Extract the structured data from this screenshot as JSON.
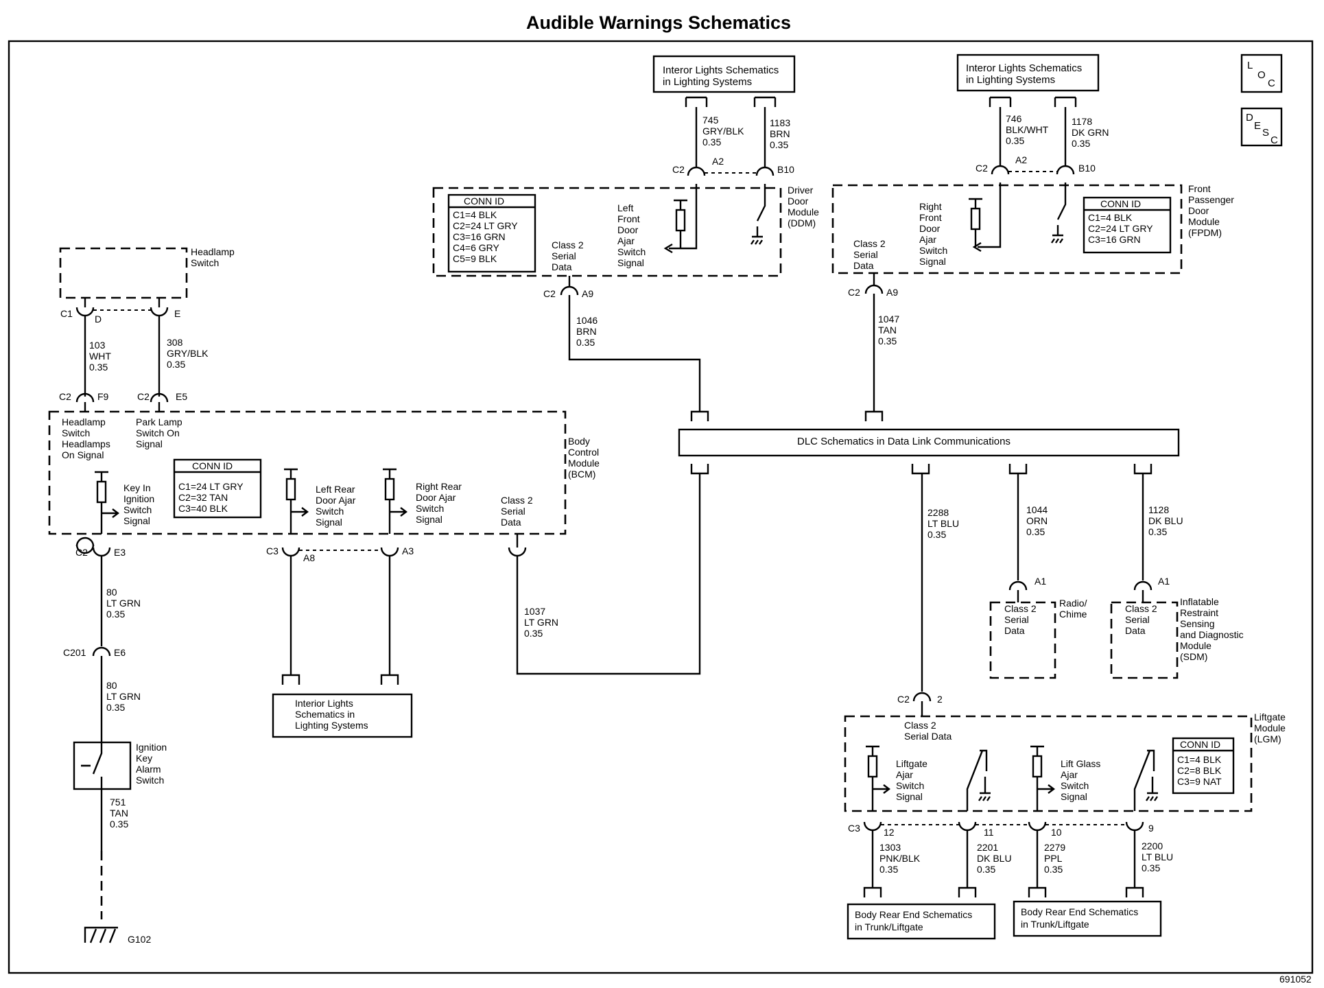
{
  "title": "Audible Warnings Schematics",
  "figure_id": "691052",
  "icons": {
    "loc": [
      "L",
      "O",
      "C"
    ],
    "desc": [
      "D",
      "E",
      "S",
      "C"
    ]
  },
  "interior_lights_top_left": [
    "Interor Lights Schematics",
    "in Lighting Systems"
  ],
  "interior_lights_top_right": [
    "Interor Lights Schematics",
    "in Lighting Systems"
  ],
  "interior_lights_bottom": [
    "Interior Lights",
    "Schematics in",
    "Lighting Systems"
  ],
  "dlc": "DLC Schematics in Data Link Communications",
  "body_rear_end_left": [
    "Body Rear End Schematics",
    "in Trunk/Liftgate"
  ],
  "body_rear_end_right": [
    "Body Rear End Schematics",
    "in Trunk/Liftgate"
  ],
  "ddm": {
    "name": [
      "Driver",
      "Door",
      "Module",
      "(DDM)"
    ],
    "conn_title": "CONN ID",
    "conn": [
      "C1=4 BLK",
      "C2=24 LT GRY",
      "C3=16 GRN",
      "C4=6 GRY",
      "C5=9 BLK"
    ],
    "switch": [
      "Left",
      "Front",
      "Door",
      "Ajar",
      "Switch",
      "Signal"
    ],
    "serial": [
      "Class 2",
      "Serial",
      "Data"
    ]
  },
  "fpdm": {
    "name": [
      "Front",
      "Passenger",
      "Door",
      "Module",
      "(FPDM)"
    ],
    "conn_title": "CONN ID",
    "conn": [
      "C1=4 BLK",
      "C2=24 LT GRY",
      "C3=16 GRN"
    ],
    "switch": [
      "Right",
      "Front",
      "Door",
      "Ajar",
      "Switch",
      "Signal"
    ],
    "serial": [
      "Class 2",
      "Serial",
      "Data"
    ]
  },
  "headlamp_switch": [
    "Headlamp",
    "Switch"
  ],
  "bcm": {
    "name": [
      "Body",
      "Control",
      "Module",
      "(BCM)"
    ],
    "conn_title": "CONN ID",
    "conn": [
      "C1=24 LT GRY",
      "C2=32 TAN",
      "C3=40 BLK"
    ],
    "headlamp_sig": [
      "Headlamp",
      "Switch",
      "Headlamps",
      "On Signal"
    ],
    "park_sig": [
      "Park Lamp",
      "Switch On",
      "Signal"
    ],
    "key_sig": [
      "Key In",
      "Ignition",
      "Switch",
      "Signal"
    ],
    "lr_sig": [
      "Left Rear",
      "Door Ajar",
      "Switch",
      "Signal"
    ],
    "rr_sig": [
      "Right Rear",
      "Door Ajar",
      "Switch",
      "Signal"
    ],
    "serial": [
      "Class 2",
      "Serial",
      "Data"
    ]
  },
  "ignition_switch": [
    "Ignition",
    "Key",
    "Alarm",
    "Switch"
  ],
  "ground": "G102",
  "radio": {
    "name": [
      "Radio/",
      "Chime"
    ],
    "serial": [
      "Class 2",
      "Serial",
      "Data"
    ]
  },
  "sdm": {
    "name": [
      "Inflatable",
      "Restraint",
      "Sensing",
      "and Diagnostic",
      "Module",
      "(SDM)"
    ],
    "serial": [
      "Class 2",
      "Serial",
      "Data"
    ]
  },
  "lgm": {
    "name": [
      "Liftgate",
      "Module",
      "(LGM)"
    ],
    "serial": [
      "Class 2",
      "Serial Data"
    ],
    "conn_title": "CONN ID",
    "conn": [
      "C1=4 BLK",
      "C2=8 BLK",
      "C3=9 NAT"
    ],
    "liftgate_sig": [
      "Liftgate",
      "Ajar",
      "Switch",
      "Signal"
    ],
    "glass_sig": [
      "Lift Glass",
      "Ajar",
      "Switch",
      "Signal"
    ]
  },
  "wires": {
    "w745": [
      "745",
      "GRY/BLK",
      "0.35"
    ],
    "w1183": [
      "1183",
      "BRN",
      "0.35"
    ],
    "w746": [
      "746",
      "BLK/WHT",
      "0.35"
    ],
    "w1178": [
      "1178",
      "DK GRN",
      "0.35"
    ],
    "w1046": [
      "1046",
      "BRN",
      "0.35"
    ],
    "w1047": [
      "1047",
      "TAN",
      "0.35"
    ],
    "w103": [
      "103",
      "WHT",
      "0.35"
    ],
    "w308": [
      "308",
      "GRY/BLK",
      "0.35"
    ],
    "w80a": [
      "80",
      "LT GRN",
      "0.35"
    ],
    "w80b": [
      "80",
      "LT GRN",
      "0.35"
    ],
    "w751": [
      "751",
      "TAN",
      "0.35"
    ],
    "w1037": [
      "1037",
      "LT GRN",
      "0.35"
    ],
    "w2288": [
      "2288",
      "LT BLU",
      "0.35"
    ],
    "w1044": [
      "1044",
      "ORN",
      "0.35"
    ],
    "w1128": [
      "1128",
      "DK BLU",
      "0.35"
    ],
    "w1303": [
      "1303",
      "PNK/BLK",
      "0.35"
    ],
    "w2201": [
      "2201",
      "DK BLU",
      "0.35"
    ],
    "w2279": [
      "2279",
      "PPL",
      "0.35"
    ],
    "w2200": [
      "2200",
      "LT BLU",
      "0.35"
    ]
  },
  "connectors": {
    "ddm_c2": "C2",
    "ddm_a2": "A2",
    "ddm_b10": "B10",
    "fpdm_c2": "C2",
    "fpdm_a2": "A2",
    "fpdm_b10": "B10",
    "ddm_c2b": "C2",
    "ddm_a9": "A9",
    "fpdm_c2b": "C2",
    "fpdm_a9": "A9",
    "hs_c1": "C1",
    "hs_d": "D",
    "hs_e": "E",
    "bcm_c2a": "C2",
    "bcm_f9": "F9",
    "bcm_c2b": "C2",
    "bcm_e5": "E5",
    "bcm_c2c": "C2",
    "bcm_e3": "E3",
    "bcm_c3": "C3",
    "bcm_a8": "A8",
    "bcm_a3": "A3",
    "c201": "C201",
    "e6": "E6",
    "radio_a1": "A1",
    "sdm_a1": "A1",
    "lgm_c2": "C2",
    "lgm_2": "2",
    "lgm_c3": "C3",
    "lgm_12": "12",
    "lgm_11": "11",
    "lgm_10": "10",
    "lgm_9": "9"
  }
}
